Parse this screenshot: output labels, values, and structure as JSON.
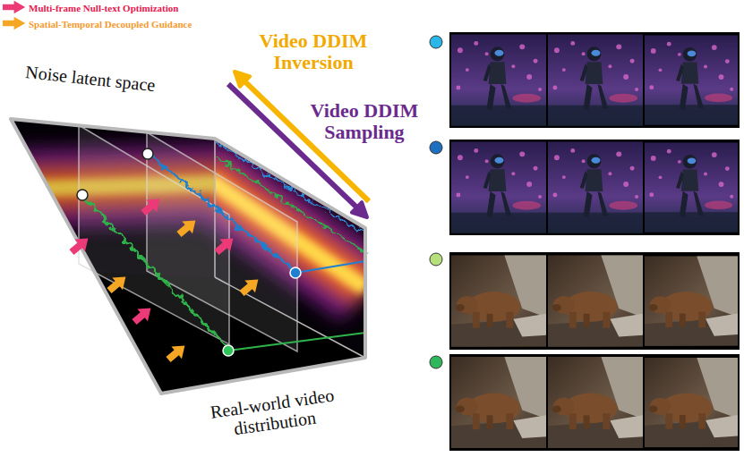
{
  "diagram": {
    "labels": [
      "Noise latent space",
      "Video DDIM Inversion",
      "Video DDIM Sampling",
      "Real-world video distribution"
    ],
    "legend": [
      {
        "text": "Multi-frame Null-text Optimization"
      },
      {
        "text": "Spatial-Temporal Decoupled Guidance"
      }
    ]
  }
}
